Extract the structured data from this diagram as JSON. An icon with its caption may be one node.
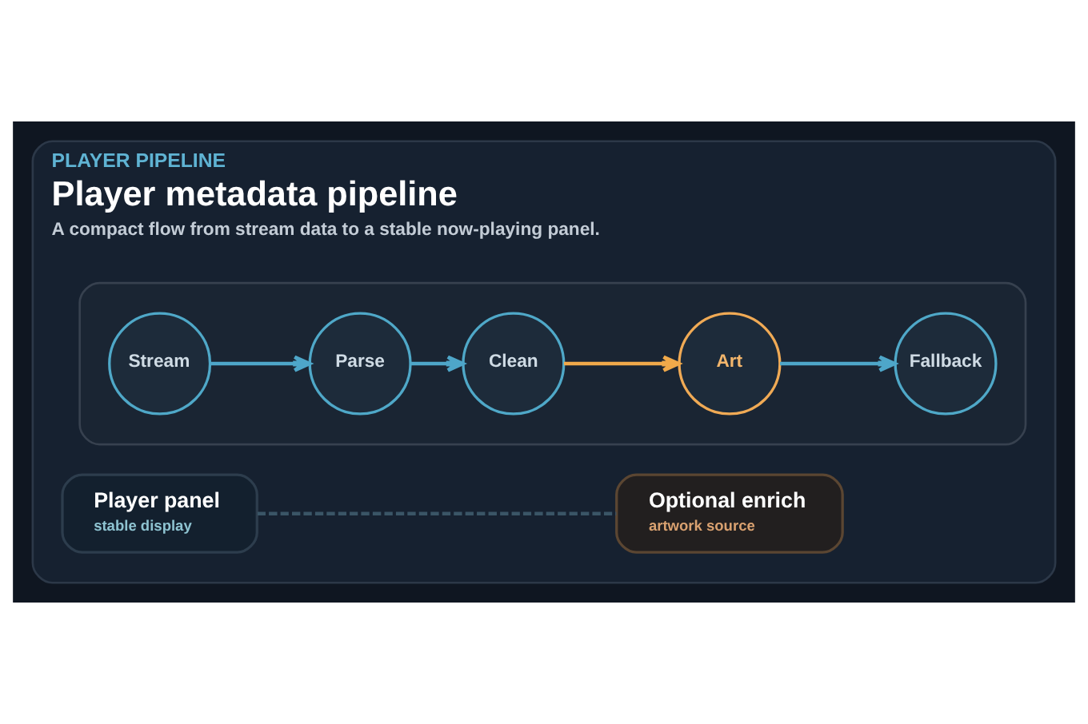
{
  "diagram": {
    "nodes": [
      {
        "text": [
          "PLAYER PIPELINE",
          "Player metadata pipeline",
          "A compact flow from stream data to a stable now-playing panel."
        ]
      },
      {
        "text": [],
        "shape": "box",
        "in": 0
      },
      {
        "text": [
          "Stream"
        ],
        "in": 1
      },
      {
        "text": [
          "Parse"
        ],
        "in": 1
      },
      {
        "text": [
          "Clean"
        ],
        "in": 1
      },
      {
        "text": [
          "Art"
        ],
        "in": 1
      },
      {
        "text": [
          "Fallback"
        ],
        "in": 1
      },
      {
        "text": [
          "Player panel",
          "stable display"
        ],
        "in": 0
      },
      {
        "text": [
          "Optional enrich",
          "artwork source"
        ],
        "in": 0
      }
    ],
    "edges": [
      {
        "from": 2,
        "to": 3,
        "arrow": "to"
      },
      {
        "from": 3,
        "to": 4,
        "arrow": "to"
      },
      {
        "from": 4,
        "to": 5,
        "arrow": "to",
        "color": "#f0a94a"
      },
      {
        "from": 5,
        "to": 6,
        "arrow": "to"
      },
      {
        "from": 7,
        "to": 8,
        "arrow": "none",
        "style": "dashed",
        "color": "#3a5566"
      }
    ]
  }
}
